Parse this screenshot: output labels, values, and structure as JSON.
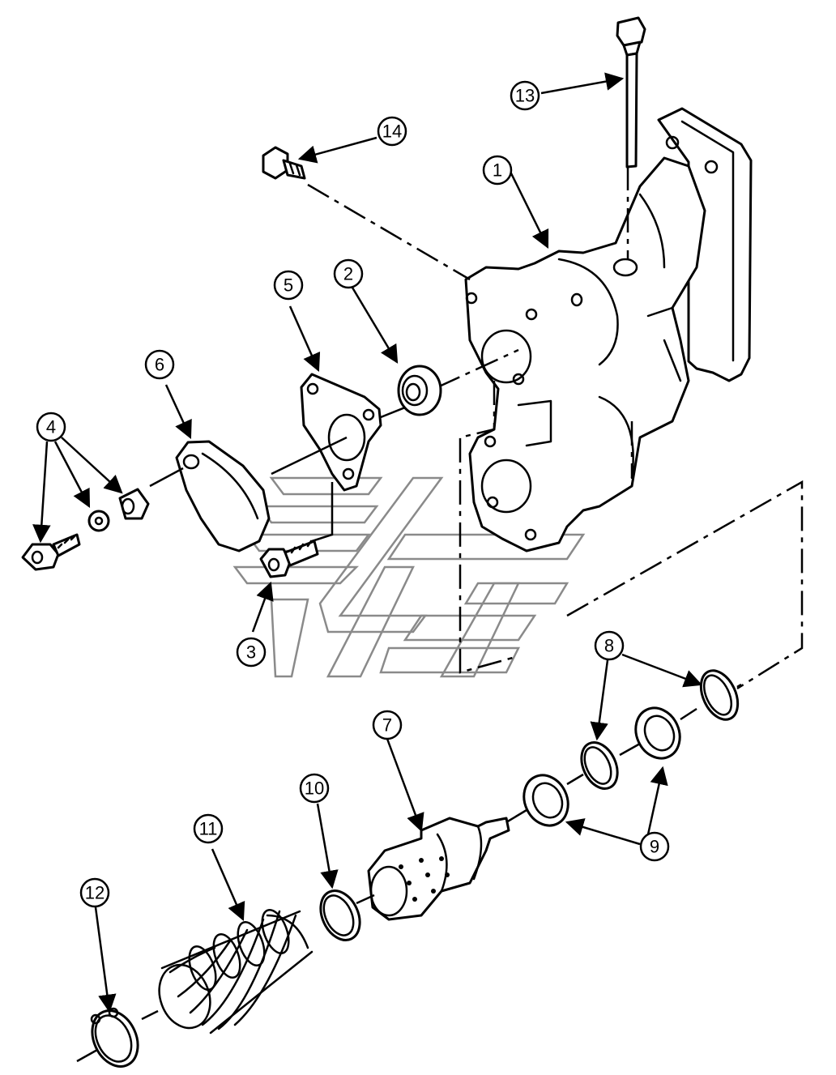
{
  "callouts": [
    {
      "id": "c1",
      "label": "1"
    },
    {
      "id": "c2",
      "label": "2"
    },
    {
      "id": "c3",
      "label": "3"
    },
    {
      "id": "c4",
      "label": "4"
    },
    {
      "id": "c5",
      "label": "5"
    },
    {
      "id": "c6",
      "label": "6"
    },
    {
      "id": "c7",
      "label": "7"
    },
    {
      "id": "c8",
      "label": "8"
    },
    {
      "id": "c9",
      "label": "9"
    },
    {
      "id": "c10",
      "label": "10"
    },
    {
      "id": "c11",
      "label": "11"
    },
    {
      "id": "c12",
      "label": "12"
    },
    {
      "id": "c13",
      "label": "13"
    },
    {
      "id": "c14",
      "label": "14"
    }
  ],
  "colors": {
    "line": "#000000",
    "background": "#ffffff",
    "watermark": "#8a8a8a"
  }
}
